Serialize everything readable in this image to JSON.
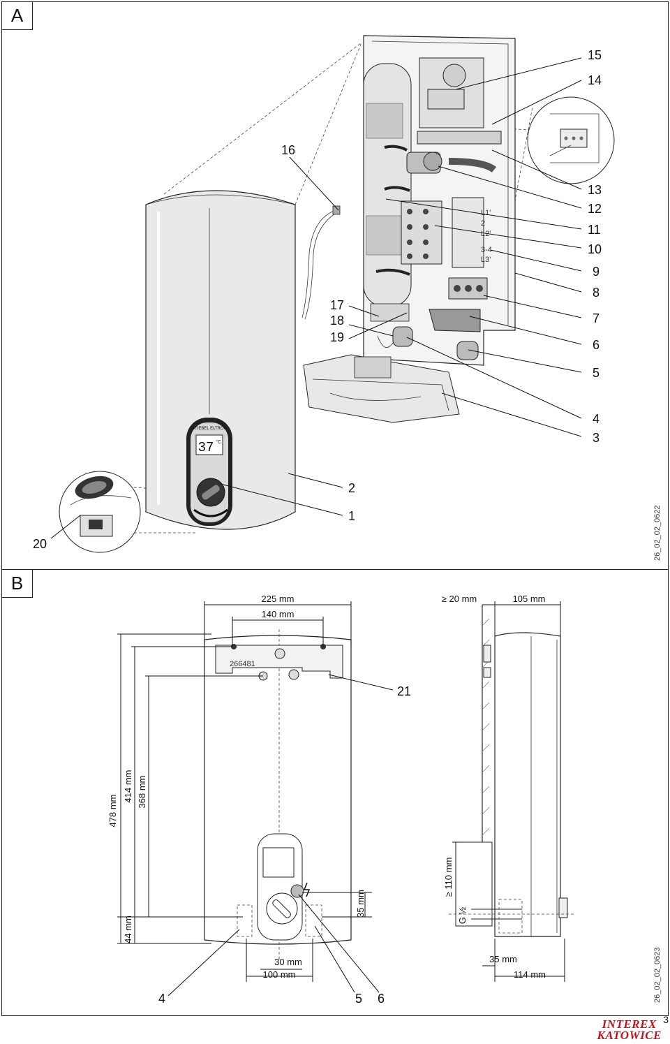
{
  "panels": {
    "a": {
      "label": "A",
      "code": "26_02_02_0622",
      "display": {
        "brand": "STIEBEL ELTRON",
        "temp": "37",
        "unit": "°C"
      },
      "callouts": [
        "1",
        "2",
        "3",
        "4",
        "5",
        "6",
        "7",
        "8",
        "9",
        "10",
        "11",
        "12",
        "13",
        "14",
        "15",
        "16",
        "17",
        "18",
        "19",
        "20"
      ],
      "terminals": [
        "L1'",
        "2",
        "L2'",
        "3-4",
        "L3'"
      ]
    },
    "b": {
      "label": "B",
      "code": "26_02_02_0623",
      "plate_code": "266481",
      "callouts": {
        "c21": "21",
        "c4": "4",
        "c5": "5",
        "c6": "6"
      },
      "dims": {
        "w225": "225 mm",
        "w140": "140 mm",
        "w20": "≥ 20 mm",
        "w105": "105 mm",
        "h478": "478 mm",
        "h414": "414 mm",
        "h368": "368 mm",
        "h44": "44 mm",
        "h35": "35 mm",
        "h110": "≥ 110 mm",
        "g": "G ½",
        "w30": "30 mm",
        "w100": "100 mm",
        "s35": "35 mm",
        "s114": "114 mm"
      }
    }
  },
  "footer": {
    "page": "3",
    "brand_line1": "INTEREX",
    "brand_line2": "KATOWICE"
  }
}
